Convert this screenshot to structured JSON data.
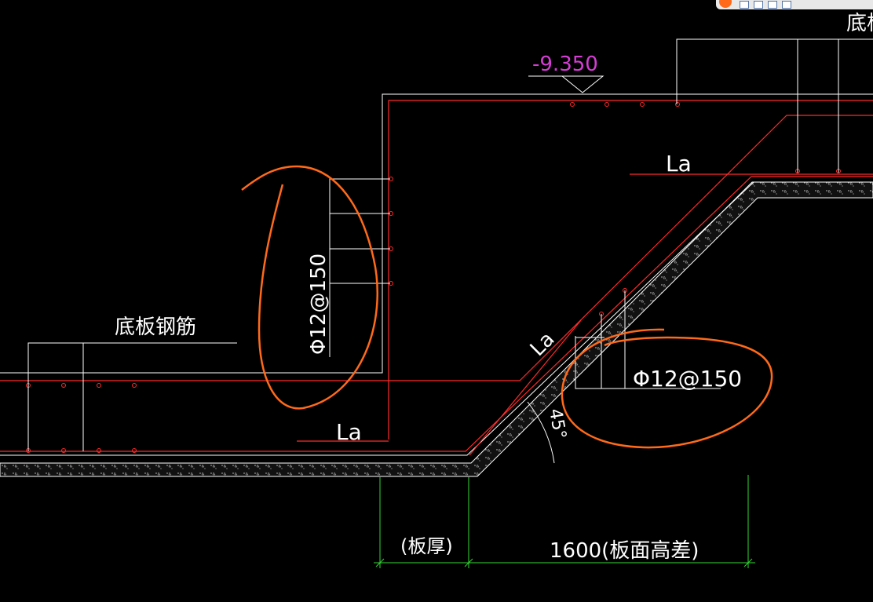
{
  "labels": {
    "elevation": "-9.350",
    "bottom_rebar": "底板钢筋",
    "rebar_spec_left": "Φ12@150",
    "rebar_spec_right": "Φ12@150",
    "la_left": "La",
    "la_top": "La",
    "la_slope": "La",
    "angle": "45°",
    "slab_thickness": "(板厚)",
    "height_diff": "1600(板面高差)",
    "top_right_partial": "底板"
  },
  "colors": {
    "background": "#000000",
    "line_white": "#ffffff",
    "rebar_red": "#ff2a2a",
    "dimension_green": "#35d635",
    "elevation_magenta": "#d63dd6",
    "markup_orange": "#ff6a1a",
    "concrete_fill": "#1a1a1a"
  },
  "toolbar": {
    "icons": [
      "app-logo-icon",
      "chinese-mode-icon",
      "punctuation-icon",
      "keyboard-icon",
      "tools-icon"
    ]
  }
}
